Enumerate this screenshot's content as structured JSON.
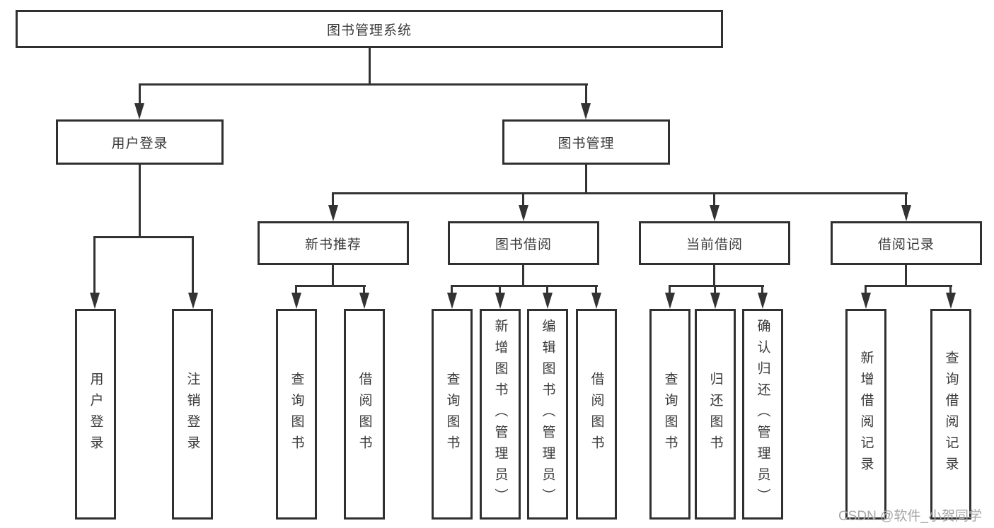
{
  "tree": {
    "label": "图书管理系统",
    "children": [
      {
        "label": "用户登录",
        "children": [
          {
            "label": "用户登录"
          },
          {
            "label": "注销登录"
          }
        ]
      },
      {
        "label": "图书管理",
        "children": [
          {
            "label": "新书推荐",
            "children": [
              {
                "label": "查询图书"
              },
              {
                "label": "借阅图书"
              }
            ]
          },
          {
            "label": "图书借阅",
            "children": [
              {
                "label": "查询图书"
              },
              {
                "label": "新增图书（管理员）"
              },
              {
                "label": "编辑图书（管理员）"
              },
              {
                "label": "借阅图书"
              }
            ]
          },
          {
            "label": "当前借阅",
            "children": [
              {
                "label": "查询图书"
              },
              {
                "label": "归还图书"
              },
              {
                "label": "确认归还（管理员）"
              }
            ]
          },
          {
            "label": "借阅记录",
            "children": [
              {
                "label": "新增借阅记录"
              },
              {
                "label": "查询借阅记录"
              }
            ]
          }
        ]
      }
    ]
  },
  "watermark": {
    "text": "CSDN @软件_小贺同学",
    "color": "#a6a6a6"
  },
  "colors": {
    "line": "#333333",
    "box_border": "#303030",
    "text": "#3a3a3a",
    "background": "#ffffff"
  }
}
